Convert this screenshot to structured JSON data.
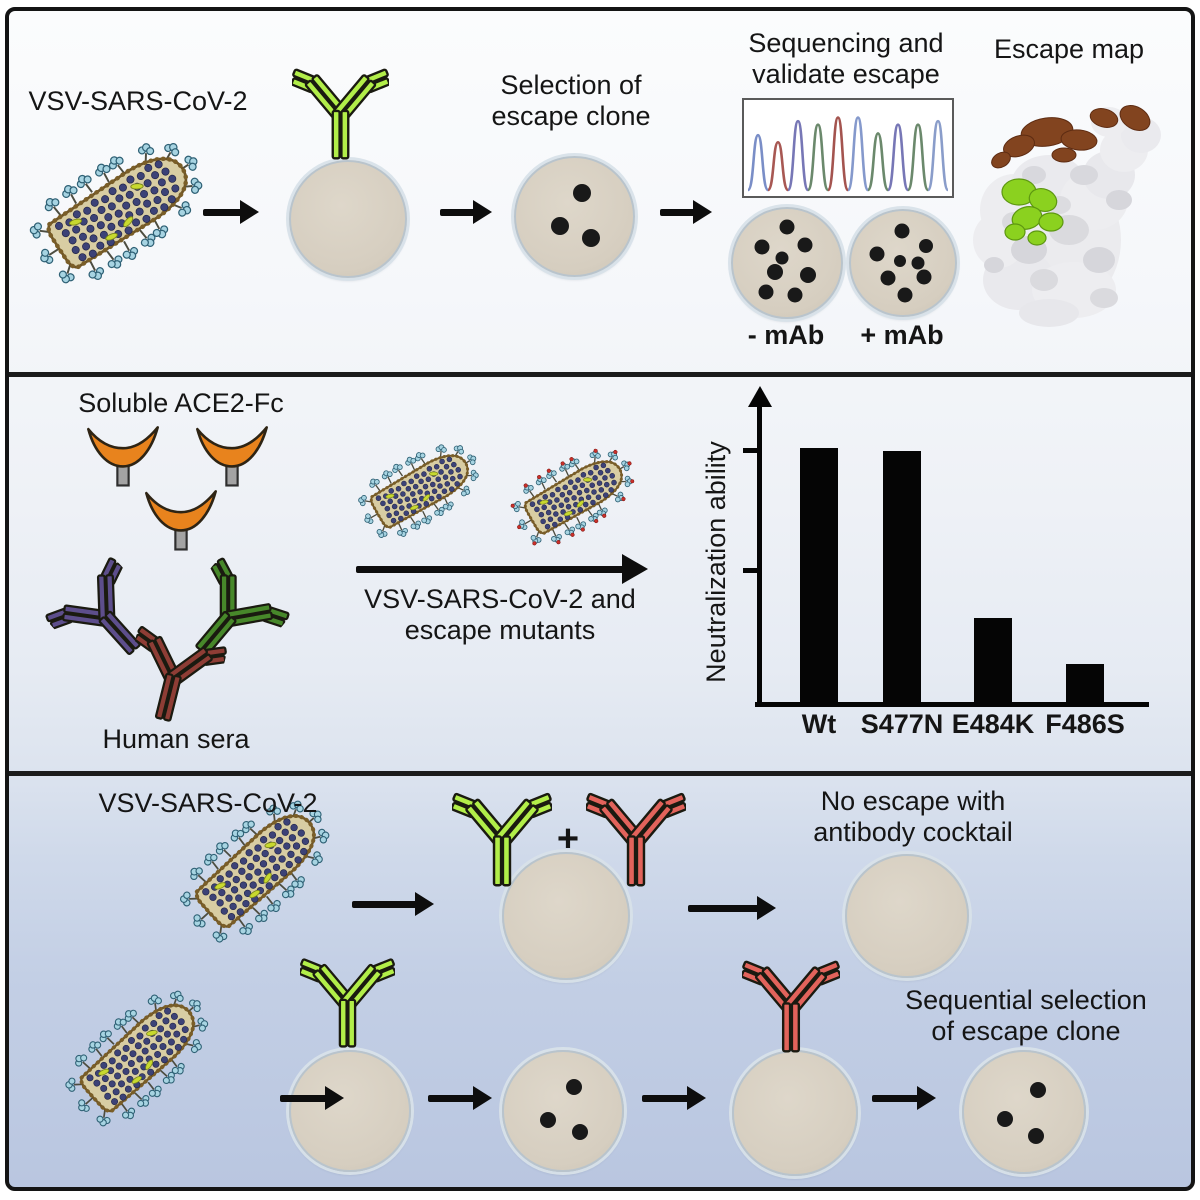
{
  "figure": {
    "top_panel": {
      "virus_label": "VSV-SARS-CoV-2",
      "selection_caption": "Selection of\nescape clone",
      "sequencing_caption": "Sequencing and\nvalidate escape",
      "minus_mab_label": "- mAb",
      "plus_mab_label": "+ mAb",
      "escape_map_label": "Escape map"
    },
    "middle_panel": {
      "ace2_label": "Soluble ACE2-Fc",
      "human_sera_label": "Human sera",
      "arrow_caption": "VSV-SARS-CoV-2 and\nescape mutants"
    },
    "bottom_panel": {
      "virus_label": "VSV-SARS-CoV-2",
      "plus_sign": "+",
      "no_escape_caption": "No escape with\nantibody cocktail",
      "sequential_caption": "Sequential selection\nof escape clone"
    }
  },
  "chart_data": {
    "type": "bar",
    "title": "",
    "xlabel": "",
    "ylabel": "Neutralization ability",
    "categories": [
      "Wt",
      "S477N",
      "E484K",
      "F486S"
    ],
    "values": [
      1.0,
      0.99,
      0.33,
      0.15
    ],
    "ylim": [
      0,
      1.05
    ],
    "yticks_fraction": [
      1.0,
      0.53
    ],
    "bar_color": "#050505",
    "grid": false,
    "legend": null
  },
  "chromatogram": {
    "peaks": [
      {
        "color": "#6f84c2",
        "height": 0.6
      },
      {
        "color": "#a14a44",
        "height": 0.52
      },
      {
        "color": "#6b6bb0",
        "height": 0.76
      },
      {
        "color": "#5e7f60",
        "height": 0.72
      },
      {
        "color": "#9c4540",
        "height": 0.8
      },
      {
        "color": "#7b90c8",
        "height": 0.8
      },
      {
        "color": "#5e7f60",
        "height": 0.62
      },
      {
        "color": "#6b6bb0",
        "height": 0.72
      },
      {
        "color": "#5e7f60",
        "height": 0.72
      },
      {
        "color": "#8095c6",
        "height": 0.76
      }
    ]
  },
  "plate_colonies": {
    "selection_plate": [
      [
        56,
        30,
        18
      ],
      [
        38,
        58,
        18
      ],
      [
        64,
        68,
        18
      ]
    ],
    "minus_mab_plate": [
      [
        50,
        17,
        15
      ],
      [
        27,
        35,
        15
      ],
      [
        67,
        33,
        15
      ],
      [
        45,
        45,
        13
      ],
      [
        39,
        58,
        16
      ],
      [
        69,
        61,
        16
      ],
      [
        31,
        77,
        15
      ],
      [
        57,
        80,
        15
      ]
    ],
    "plus_mab_plate": [
      [
        49,
        19,
        15
      ],
      [
        25,
        41,
        15
      ],
      [
        72,
        34,
        14
      ],
      [
        47,
        48,
        12
      ],
      [
        64,
        50,
        13
      ],
      [
        36,
        64,
        15
      ],
      [
        70,
        63,
        15
      ],
      [
        52,
        81,
        15
      ]
    ],
    "cocktail_plate": [],
    "no_escape_plate": [],
    "first_selection_empty_plate": [],
    "sequential_first_plate": [
      [
        59,
        30,
        16
      ],
      [
        37,
        58,
        16
      ],
      [
        64,
        68,
        16
      ]
    ],
    "sequential_empty_plate": [],
    "sequential_final_plate": [
      [
        62,
        32,
        16
      ],
      [
        34,
        56,
        16
      ],
      [
        60,
        70,
        16
      ]
    ]
  },
  "colors": {
    "antibody_green": "#b2ee49",
    "antibody_red": "#e2635b",
    "antibody_purple": "#5d4e8c",
    "antibody_dark_green": "#47882a",
    "antibody_dark_red": "#8e3d35",
    "ace2_orange": "#e8831d",
    "spike_blue": "#a7d4e2",
    "spike_tip_red": "#c9302a",
    "virus_navy": "#3c4277",
    "virus_body": "#d8cda3",
    "virus_outline": "#6d5426",
    "escape_green": "#8bd11f",
    "escape_brown": "#82441f",
    "arrow_black": "#0d0d0d"
  }
}
